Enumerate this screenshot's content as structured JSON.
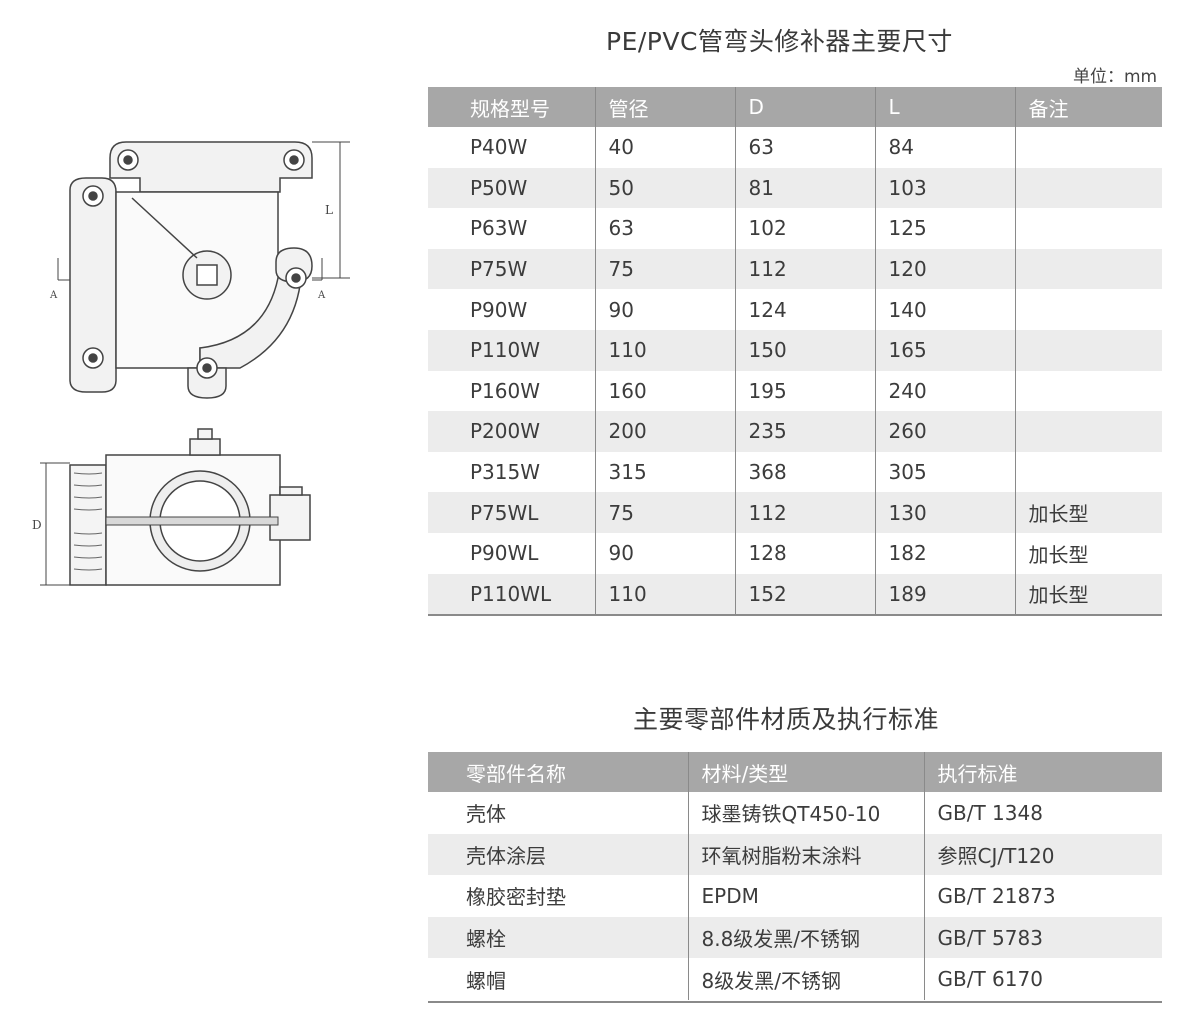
{
  "dims_table": {
    "title": "PE/PVC管弯头修补器主要尺寸",
    "unit": "单位：mm",
    "headers": [
      "规格型号",
      "管径",
      "D",
      "L",
      "备注"
    ],
    "rows": [
      [
        "P40W",
        "40",
        "63",
        "84",
        ""
      ],
      [
        "P50W",
        "50",
        "81",
        "103",
        ""
      ],
      [
        "P63W",
        "63",
        "102",
        "125",
        ""
      ],
      [
        "P75W",
        "75",
        "112",
        "120",
        ""
      ],
      [
        "P90W",
        "90",
        "124",
        "140",
        ""
      ],
      [
        "P110W",
        "110",
        "150",
        "165",
        ""
      ],
      [
        "P160W",
        "160",
        "195",
        "240",
        ""
      ],
      [
        "P200W",
        "200",
        "235",
        "260",
        ""
      ],
      [
        "P315W",
        "315",
        "368",
        "305",
        ""
      ],
      [
        "P75WL",
        "75",
        "112",
        "130",
        "加长型"
      ],
      [
        "P90WL",
        "90",
        "128",
        "182",
        "加长型"
      ],
      [
        "P110WL",
        "110",
        "152",
        "189",
        "加长型"
      ]
    ]
  },
  "materials_table": {
    "title": "主要零部件材质及执行标准",
    "headers": [
      "零部件名称",
      "材料/类型",
      "执行标准"
    ],
    "rows": [
      [
        "壳体",
        "球墨铸铁QT450-10",
        "GB/T 1348"
      ],
      [
        "壳体涂层",
        "环氧树脂粉末涂料",
        "参照CJ/T120"
      ],
      [
        "橡胶密封垫",
        "EPDM",
        "GB/T 21873"
      ],
      [
        "螺栓",
        "8.8级发黑/不锈钢",
        "GB/T 5783"
      ],
      [
        "螺帽",
        "8级发黑/不锈钢",
        "GB/T 6170"
      ]
    ]
  },
  "drawing": {
    "label_L": "L",
    "label_D": "D",
    "label_A_left": "A",
    "label_A_right": "A"
  }
}
